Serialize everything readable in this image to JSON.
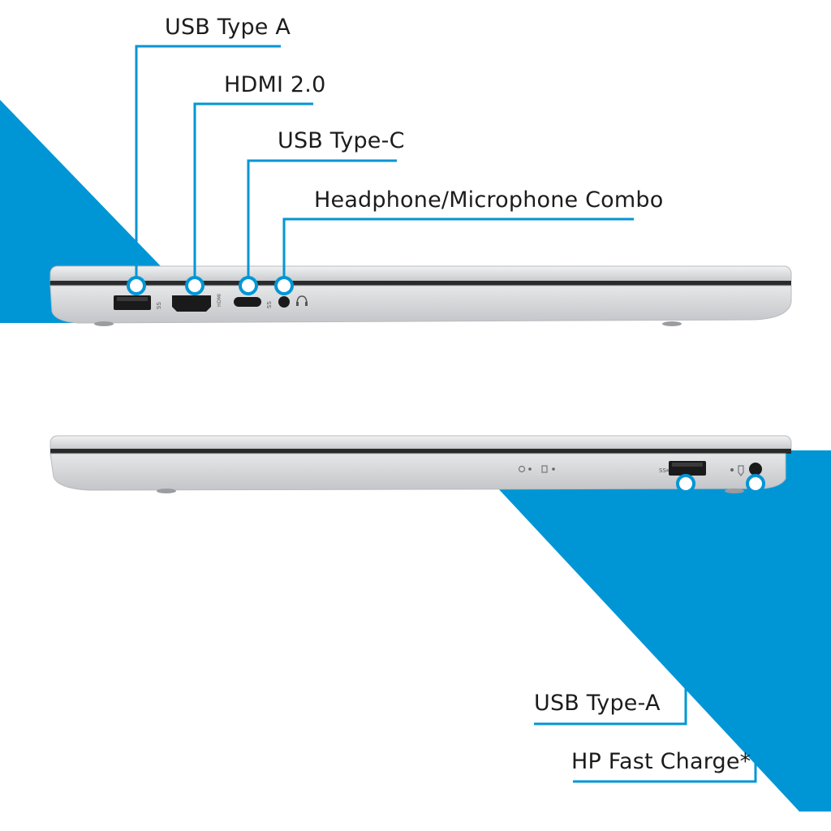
{
  "colors": {
    "accent": "#0096d6",
    "background": "#ffffff",
    "chassis": "#d9dadc",
    "port": "#1a1a1a",
    "text": "#1c1c1c"
  },
  "left_side": {
    "callouts": [
      {
        "id": "usb-type-a",
        "label": "USB Type A",
        "icon": "usb-a-port"
      },
      {
        "id": "hdmi",
        "label": "HDMI 2.0",
        "icon": "hdmi-port"
      },
      {
        "id": "usb-type-c",
        "label": "USB Type-C",
        "icon": "usb-c-port"
      },
      {
        "id": "audio-combo",
        "label": "Headphone/Microphone Combo",
        "icon": "audio-jack"
      }
    ]
  },
  "right_side": {
    "callouts": [
      {
        "id": "usb-type-a-right",
        "label": "USB Type-A",
        "icon": "usb-a-port"
      },
      {
        "id": "fast-charge",
        "label": "HP Fast Charge*",
        "icon": "power-jack"
      }
    ]
  }
}
